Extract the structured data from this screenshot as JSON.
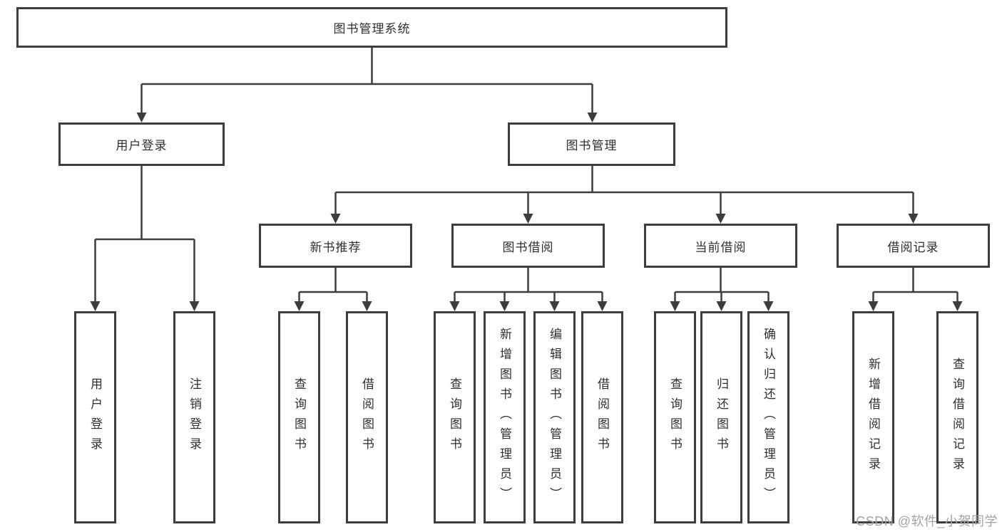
{
  "diagram": {
    "root_label": "图书管理系统",
    "level2": {
      "user_login": "用户登录",
      "book_management": "图书管理"
    },
    "level3": {
      "new_book_recommendation": "新书推荐",
      "book_borrowing": "图书借阅",
      "current_borrowing": "当前借阅",
      "borrowing_records": "借阅记录"
    },
    "leaves": {
      "user_login": "用户登录",
      "logout": "注销登录",
      "recommend_query_books": "查询图书",
      "recommend_borrow_books": "借阅图书",
      "borrow_query_books": "查询图书",
      "borrow_add_books_admin": "新增图书（管理员）",
      "borrow_edit_books_admin": "编辑图书（管理员）",
      "borrow_borrow_books": "借阅图书",
      "current_query_books": "查询图书",
      "current_return_books": "归还图书",
      "current_confirm_return_admin": "确认归还（管理员）",
      "record_add_borrow_record": "新增借阅记录",
      "record_query_borrow_record": "查询借阅记录"
    },
    "watermark": "CSDN @软件_小贺同学",
    "colors": {
      "line": "#3d3d3d",
      "box_border": "#3d3d3d",
      "text": "#2f2f2f",
      "background": "#ffffff",
      "watermark": "#9fa4aa"
    }
  }
}
